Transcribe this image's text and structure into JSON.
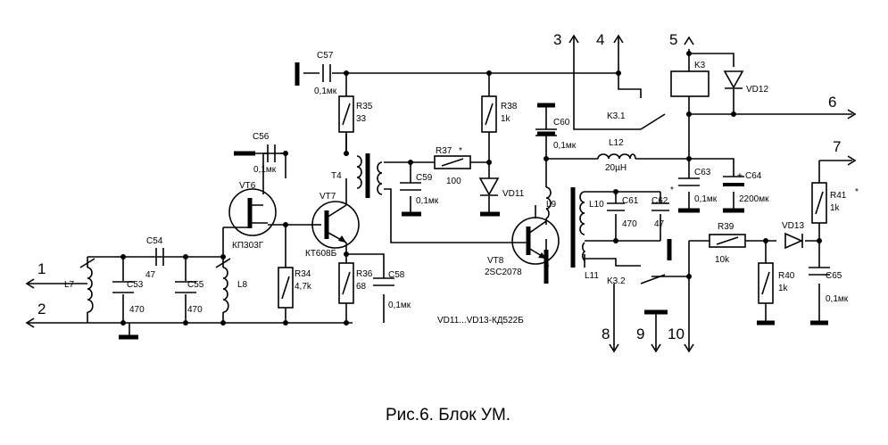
{
  "caption": "Рис.6. Блок УМ.",
  "terminals": {
    "t1": "1",
    "t2": "2",
    "t3": "3",
    "t4": "4",
    "t5": "5",
    "t6": "6",
    "t7": "7",
    "t8": "8",
    "t9": "9",
    "t10": "10"
  },
  "note": "VD11...VD13-КД522Б",
  "star": "*",
  "components": {
    "L7": "L7",
    "L8": "L8",
    "L9": "L9",
    "L10": "L10",
    "L11": "L11",
    "L12": "L12",
    "L12_val": "20µH",
    "C53": "C53",
    "C53_val": "470",
    "C54": "C54",
    "C54_val": "47",
    "C55": "C55",
    "C55_val": "470",
    "C56": "C56",
    "C56_val": "0,1мк",
    "C57": "C57",
    "C57_val": "0,1мк",
    "C58": "C58",
    "C58_val": "0,1мк",
    "C59": "C59",
    "C59_val": "0,1мк",
    "C60": "C60",
    "C60_val": "0,1мк",
    "C61": "C61",
    "C61_val": "470",
    "C62": "C62",
    "C62_val": "47",
    "C63": "C63",
    "C63_val": "0,1мк",
    "C64": "C64",
    "C64_val": "2200мк",
    "C64_plus": "+",
    "C65": "C65",
    "C65_val": "0,1мк",
    "R34": "R34",
    "R34_val": "4,7k",
    "R35": "R35",
    "R35_val": "33",
    "R36": "R36",
    "R36_val": "68",
    "R37": "R37",
    "R37_val": "100",
    "R38": "R38",
    "R38_val": "1k",
    "R39": "R39",
    "R39_val": "10k",
    "R40": "R40",
    "R40_val": "1k",
    "R41": "R41",
    "R41_val": "1k",
    "VT6": "VT6",
    "VT6_type": "КП303Г",
    "VT7": "VT7",
    "VT7_type": "КТ608Б",
    "VT8": "VT8",
    "VT8_type": "2SC2078",
    "T4": "T4",
    "K3": "K3",
    "K3_1": "K3.1",
    "K3_2": "K3.2",
    "VD11": "VD11",
    "VD12": "VD12",
    "VD13": "VD13"
  }
}
